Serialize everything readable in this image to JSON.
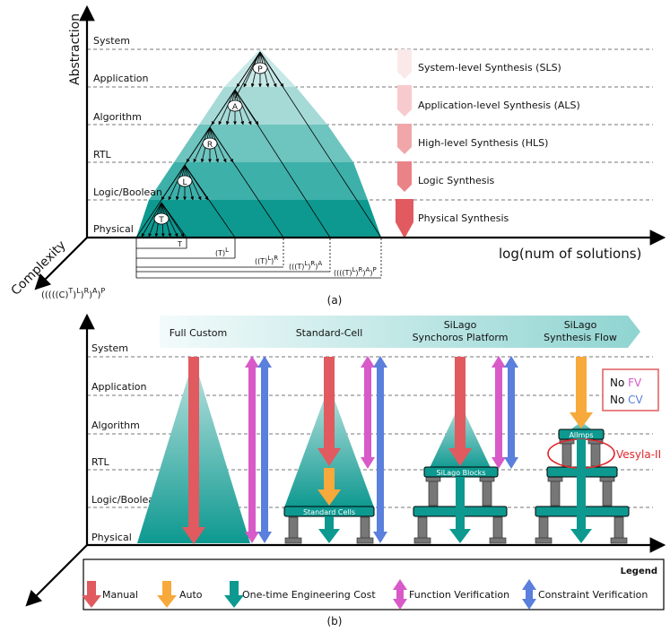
{
  "top": {
    "axis_y": "Abstraction",
    "axis_x": "log(num of solutions)",
    "axis_z": "Complexity",
    "levels": [
      "System",
      "Application",
      "Algorithm",
      "RTL",
      "Logic/Boolean",
      "Physical"
    ],
    "syntheses": [
      "System-level Synthesis (SLS)",
      "Application-level Synthesis (ALS)",
      "High-level Synthesis (HLS)",
      "Logic Synthesis",
      "Physical Synthesis"
    ],
    "nodes": [
      "P",
      "A",
      "R",
      "L",
      "T"
    ],
    "bracket_labels": [
      "T",
      "(T)",
      "L",
      "((T)",
      "L",
      ")",
      "R",
      "(((T)",
      "L",
      ")",
      "R",
      ")",
      "A",
      "((((T)",
      "L",
      ")",
      "R",
      ")",
      "A",
      ")",
      "P"
    ],
    "complexity_formula": [
      "(((((C)",
      "T",
      ")",
      "L",
      ")",
      "R",
      ")",
      "A",
      ")",
      "P"
    ],
    "caption": "(a)"
  },
  "bottom": {
    "levels": [
      "System",
      "Application",
      "Algorithm",
      "RTL",
      "Logic/Boolean",
      "Physical"
    ],
    "flows": [
      "Full Custom",
      "Standard-Cell",
      "SiLago",
      "Synchoros Platform",
      "SiLago",
      "Synthesis Flow"
    ],
    "blocks": [
      "Standard Cells",
      "SiLago Blocks",
      "AlImps"
    ],
    "nofv": [
      "No ",
      "FV"
    ],
    "nocv": [
      "No ",
      "CV"
    ],
    "vesyla": "Vesyla-II",
    "legend_title": "Legend",
    "legend": [
      "Manual",
      "Auto",
      "One-time Engineering Cost",
      "Function Verification",
      "Constraint Verification"
    ],
    "caption": "(b)"
  },
  "colors": {
    "teal": "#0d9990",
    "manual": "#e05a5f",
    "auto": "#f7a93b",
    "fv": "#d85ac8",
    "cv": "#5a7fdc",
    "vesyla": "#e0262b"
  }
}
